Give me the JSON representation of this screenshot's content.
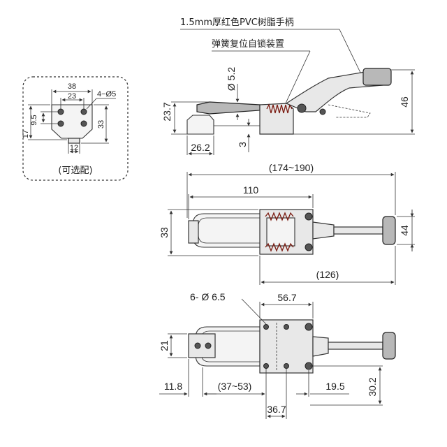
{
  "callouts": {
    "handle_note": "1.5mm厚红色PVC树脂手柄",
    "spring_note": "弹簧复位自锁装置"
  },
  "optional_plate": {
    "caption": "(可选配)",
    "dim_38": "38",
    "dim_23": "23",
    "dim_holes": "4−Ø5",
    "dim_9_5": "9.5",
    "dim_17": "17",
    "dim_33": "33",
    "dim_12": "12"
  },
  "side_view": {
    "dim_5_2": "Ø 5.2",
    "dim_23_7": "23.7",
    "dim_26_2": "26.2",
    "dim_3": "3",
    "dim_46": "46"
  },
  "top_view": {
    "dim_174_190": "(174~190)",
    "dim_110": "110",
    "dim_33": "33",
    "dim_44": "44",
    "dim_126": "(126)"
  },
  "bottom_view": {
    "dim_holes": "6- Ø 6.5",
    "dim_56_7": "56.7",
    "dim_21": "21",
    "dim_11_8": "11.8",
    "dim_37_53": "(37~53)",
    "dim_19_5": "19.5",
    "dim_30_2": "30.2",
    "dim_36_7": "36.7"
  },
  "colors": {
    "spring": "#7a1a10",
    "metal": "#e8e8e8",
    "metal_dark": "#b8b8b8"
  }
}
